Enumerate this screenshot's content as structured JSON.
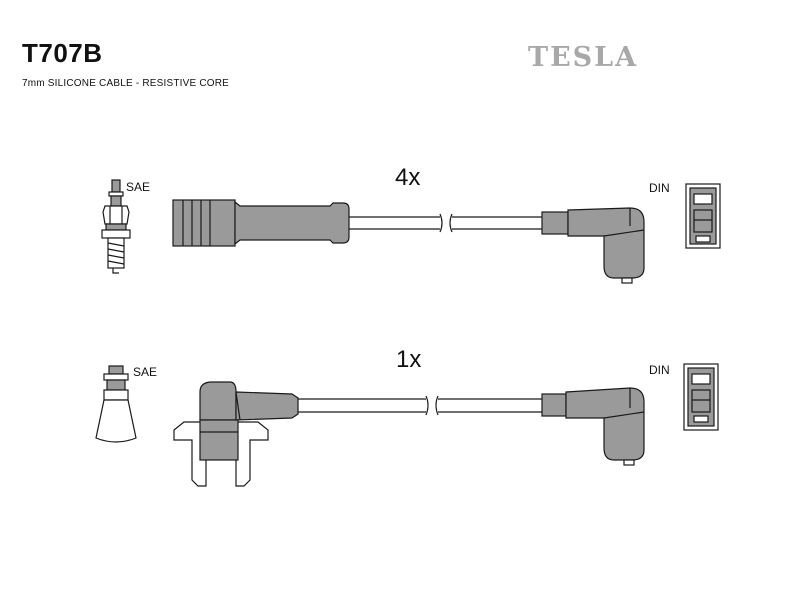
{
  "header": {
    "part_number": "T707B",
    "description": "7mm SILICONE CABLE - RESISTIVE CORE",
    "brand": "TESLA"
  },
  "cables": [
    {
      "quantity": "4x",
      "left_label": "SAE",
      "right_label": "DIN"
    },
    {
      "quantity": "1x",
      "left_label": "SAE",
      "right_label": "DIN"
    }
  ],
  "colors": {
    "part_fill": "#9a9a9a",
    "outline": "#1a1a1a",
    "brand": "#a8a8a8"
  }
}
